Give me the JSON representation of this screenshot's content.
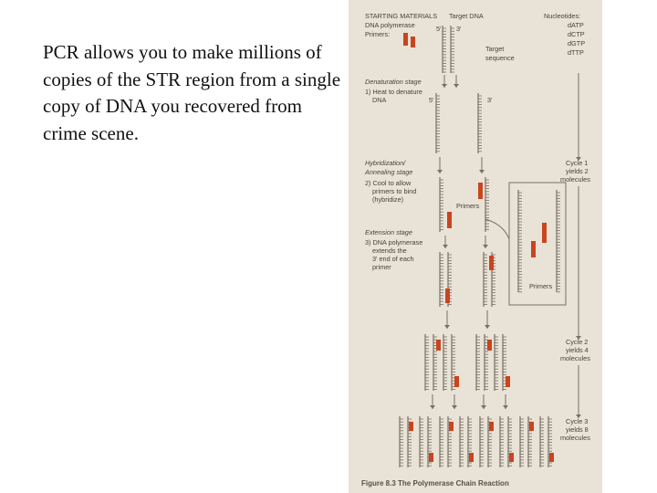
{
  "slide": {
    "paragraph": "PCR allows you to make millions of copies of the STR region from a single copy of DNA you recovered from crime scene."
  },
  "figure": {
    "starting_header": "STARTING MATERIALS",
    "starting_items": [
      "DNA polymerase",
      "Primers:"
    ],
    "target_dna": "Target DNA",
    "target_sequence": [
      "Target",
      "sequence"
    ],
    "nucleotides": [
      "Nucleotides:",
      "dATP",
      "dCTP",
      "dGTP",
      "dTTP"
    ],
    "denaturation": {
      "title": "Denaturation stage",
      "step": [
        "1) Heat to denature",
        "DNA"
      ]
    },
    "hybridization": {
      "title": [
        "Hybridization/",
        "Annealing stage"
      ],
      "step": [
        "2) Cool to allow",
        "primers to bind",
        "(hybridize)"
      ]
    },
    "primers_label": "Primers",
    "primers_label_2": "Primers",
    "extension": {
      "title": "Extension stage",
      "step": [
        "3) DNA polymerase",
        "extends the",
        "3' end of each",
        "primer"
      ]
    },
    "cycle1": [
      "Cycle 1",
      "yields 2",
      "molecules"
    ],
    "cycle2": [
      "Cycle 2",
      "yields 4",
      "molecules"
    ],
    "cycle3": [
      "Cycle 3",
      "yields 8",
      "molecules"
    ],
    "ends": {
      "five": "5'",
      "three": "3'"
    },
    "caption": "Figure 8.3 The Polymerase Chain Reaction",
    "colors": {
      "primer": "#c8451f",
      "strand": "#7a6f66",
      "background": "#e9e2d6"
    }
  }
}
